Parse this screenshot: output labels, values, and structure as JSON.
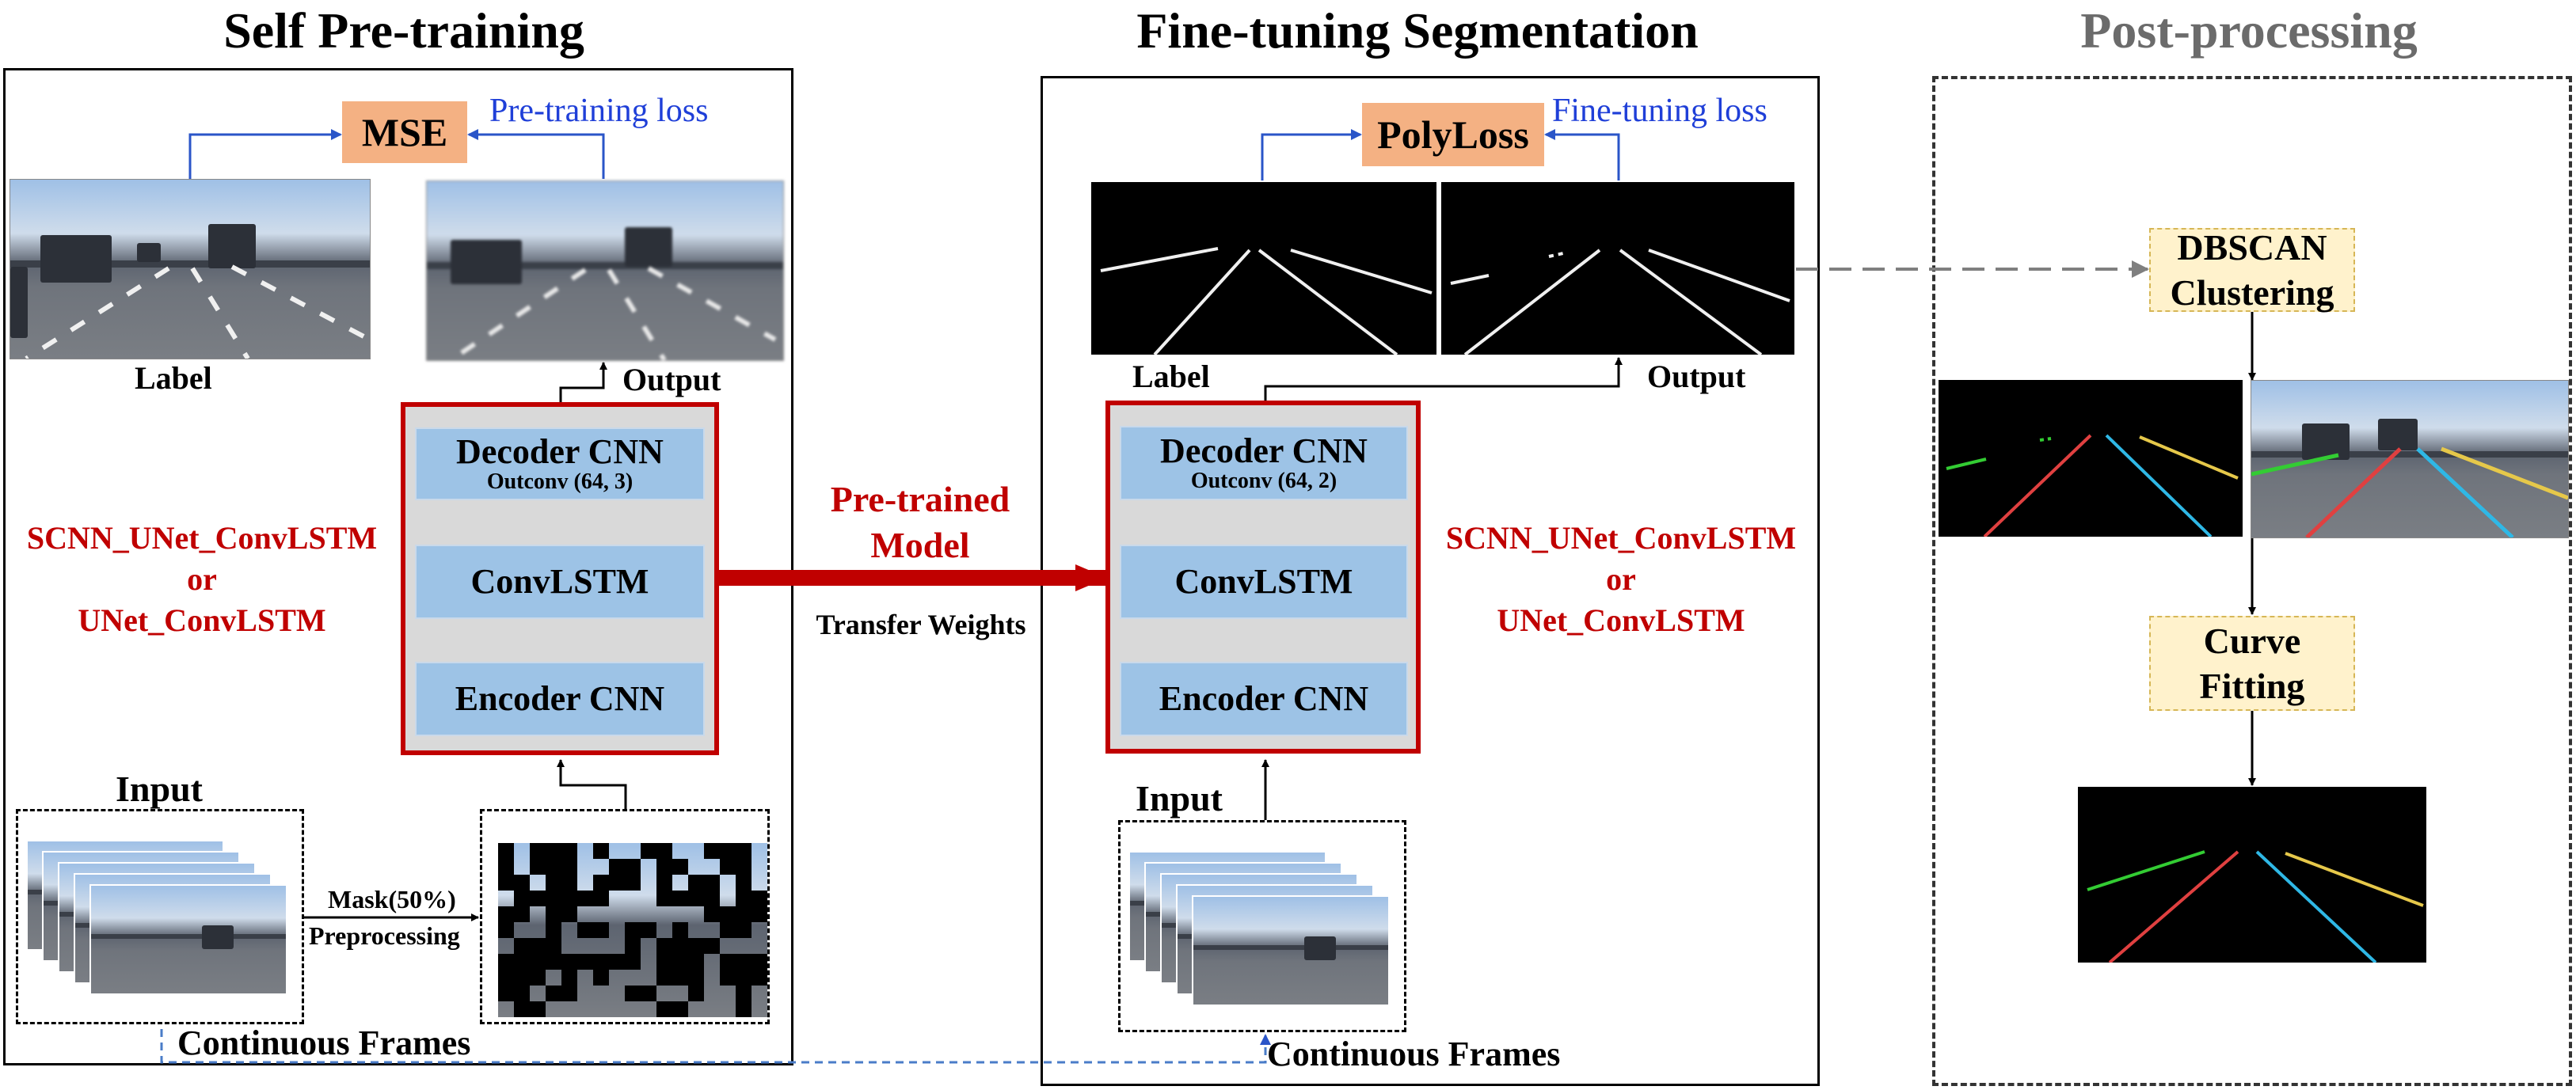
{
  "titles": {
    "self_pretraining": "Self Pre-training",
    "fine_tuning": "Fine-tuning Segmentation",
    "post_processing": "Post-processing"
  },
  "pretrain": {
    "loss_box": "MSE",
    "loss_label": "Pre-training loss",
    "label_caption": "Label",
    "output_caption": "Output",
    "decoder_main": "Decoder CNN",
    "decoder_sub": "Outconv (64, 3)",
    "convlstm": "ConvLSTM",
    "encoder": "Encoder CNN",
    "model_name_1": "SCNN_UNet_ConvLSTM",
    "model_or": "or",
    "model_name_2": "UNet_ConvLSTM",
    "input_caption": "Input",
    "mask_label": "Mask(50%)",
    "preprocess_label": "Preprocessing",
    "frames_caption": "Continuous Frames"
  },
  "transfer": {
    "pretrained_line1": "Pre-trained",
    "pretrained_line2": "Model",
    "transfer_weights": "Transfer Weights"
  },
  "finetune": {
    "loss_box": "PolyLoss",
    "loss_label": "Fine-tuning loss",
    "label_caption": "Label",
    "output_caption": "Output",
    "decoder_main": "Decoder CNN",
    "decoder_sub": "Outconv (64, 2)",
    "convlstm": "ConvLSTM",
    "encoder": "Encoder CNN",
    "model_name_1": "SCNN_UNet_ConvLSTM",
    "model_or": "or",
    "model_name_2": "UNet_ConvLSTM",
    "input_caption": "Input",
    "frames_caption": "Continuous Frames"
  },
  "post": {
    "dbscan_line1": "DBSCAN",
    "dbscan_line2": "Clustering",
    "curve_line1": "Curve",
    "curve_line2": "Fitting"
  },
  "colors": {
    "loss_fill": "#f4b183",
    "block_fill": "#9dc3e6",
    "model_border": "#c00000",
    "loss_label_text": "#1f3fd8",
    "model_name_text": "#c00000",
    "post_box_fill": "#fff2cc",
    "lane_red": "#e04040",
    "lane_green": "#33cc33",
    "lane_cyan": "#2fb8e6",
    "lane_yellow": "#e6c84a"
  }
}
